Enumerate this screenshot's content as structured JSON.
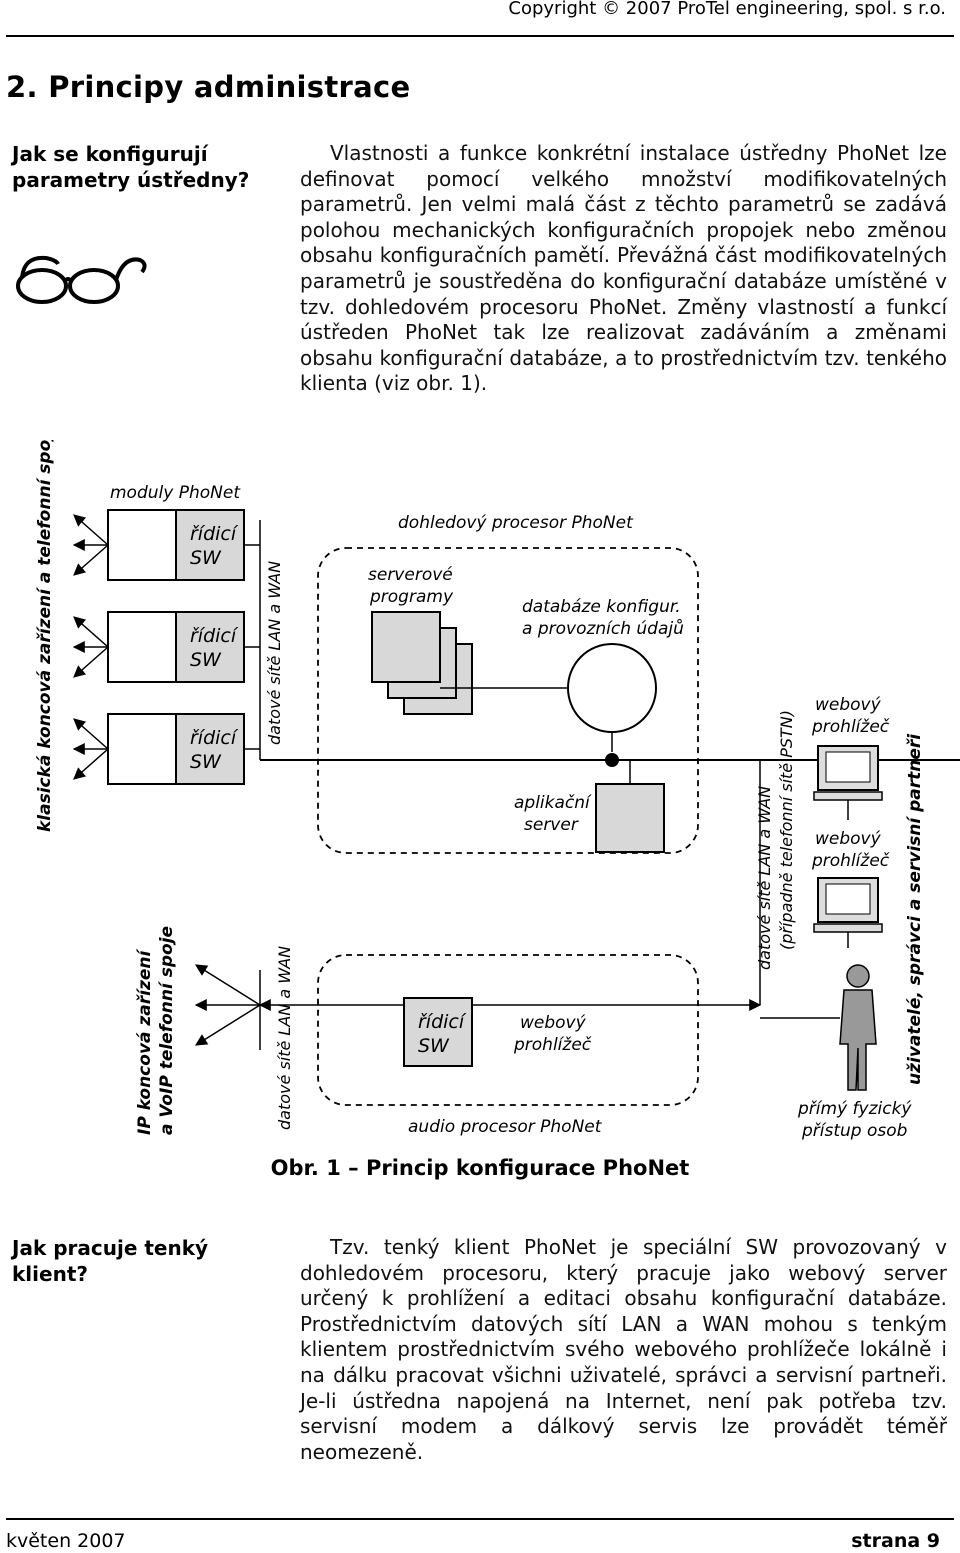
{
  "header": {
    "copyright": "Copyright © 2007 ProTel engineering, spol. s r.o."
  },
  "section": {
    "title": "2. Principy administrace"
  },
  "q1": {
    "question": "Jak se konfigurují parametry ústředny?",
    "text": "Vlastnosti a funkce konkrétní instalace ústředny PhoNet lze definovat pomocí velkého množství modifikovatelných parametrů. Jen velmi malá část z těchto parametrů se zadává polohou mechanických konfiguračních propojek nebo změnou obsahu konfiguračních pamětí. Převážná část modifikovatelných parametrů je soustředěna do konfigurační databáze umístěné v tzv. dohledovém procesoru PhoNet. Změny vlastností a funkcí ústředen PhoNet tak lze realizovat zadáváním a změnami obsahu konfigurační databáze, a to prostřednictvím tzv. tenkého klienta (viz obr. 1)."
  },
  "diagram": {
    "left_vertical": "klasická koncová zařízení a telefonní spoje",
    "moduly": "moduly PhoNet",
    "ridici_line1": "řídicí",
    "ridici_line2": "SW",
    "lan_wan_left": "datové sítě LAN a WAN",
    "dohledovy": "dohledový procesor PhoNet",
    "serverove_line1": "serverové",
    "serverove_line2": "programy",
    "databaze_line1": "databáze konfigur.",
    "databaze_line2": "a provozních údajů",
    "aplikacni_line1": "aplikační",
    "aplikacni_line2": "server",
    "webovy_line1": "webový",
    "webovy_line2": "prohlížeč",
    "right_net_line1": "datové sítě LAN a WAN",
    "right_net_line2": "(případně telefonní sítě PSTN)",
    "users_vertical": "uživatelé, správci a servisní partneři",
    "ip_line1": "IP koncová zařízení",
    "ip_line2": "a VoIP telefonní spoje",
    "lan_wan_bottom": "datové sítě LAN a WAN",
    "audio": "audio procesor PhoNet",
    "primy_line1": "přímý fyzický",
    "primy_line2": "přístup osob"
  },
  "figure": {
    "caption": "Obr. 1 – Princip konfigurace PhoNet"
  },
  "q2": {
    "question": "Jak pracuje tenký klient?",
    "text": "Tzv. tenký klient PhoNet je speciální SW provozovaný v dohledovém procesoru, který pracuje jako webový server určený k prohlížení a editaci obsahu konfigurační databáze. Prostřednictvím datových sítí LAN a WAN mohou s tenkým klientem prostřednictvím svého webového prohlížeče lokálně i na dálku pracovat všichni uživatelé, správci a servisní partneři. Je-li ústředna napojená na Internet, není pak potřeba tzv. servisní modem a dálkový servis lze provádět téměř neomezeně."
  },
  "footer": {
    "date": "květen 2007",
    "page": "strana 9"
  }
}
